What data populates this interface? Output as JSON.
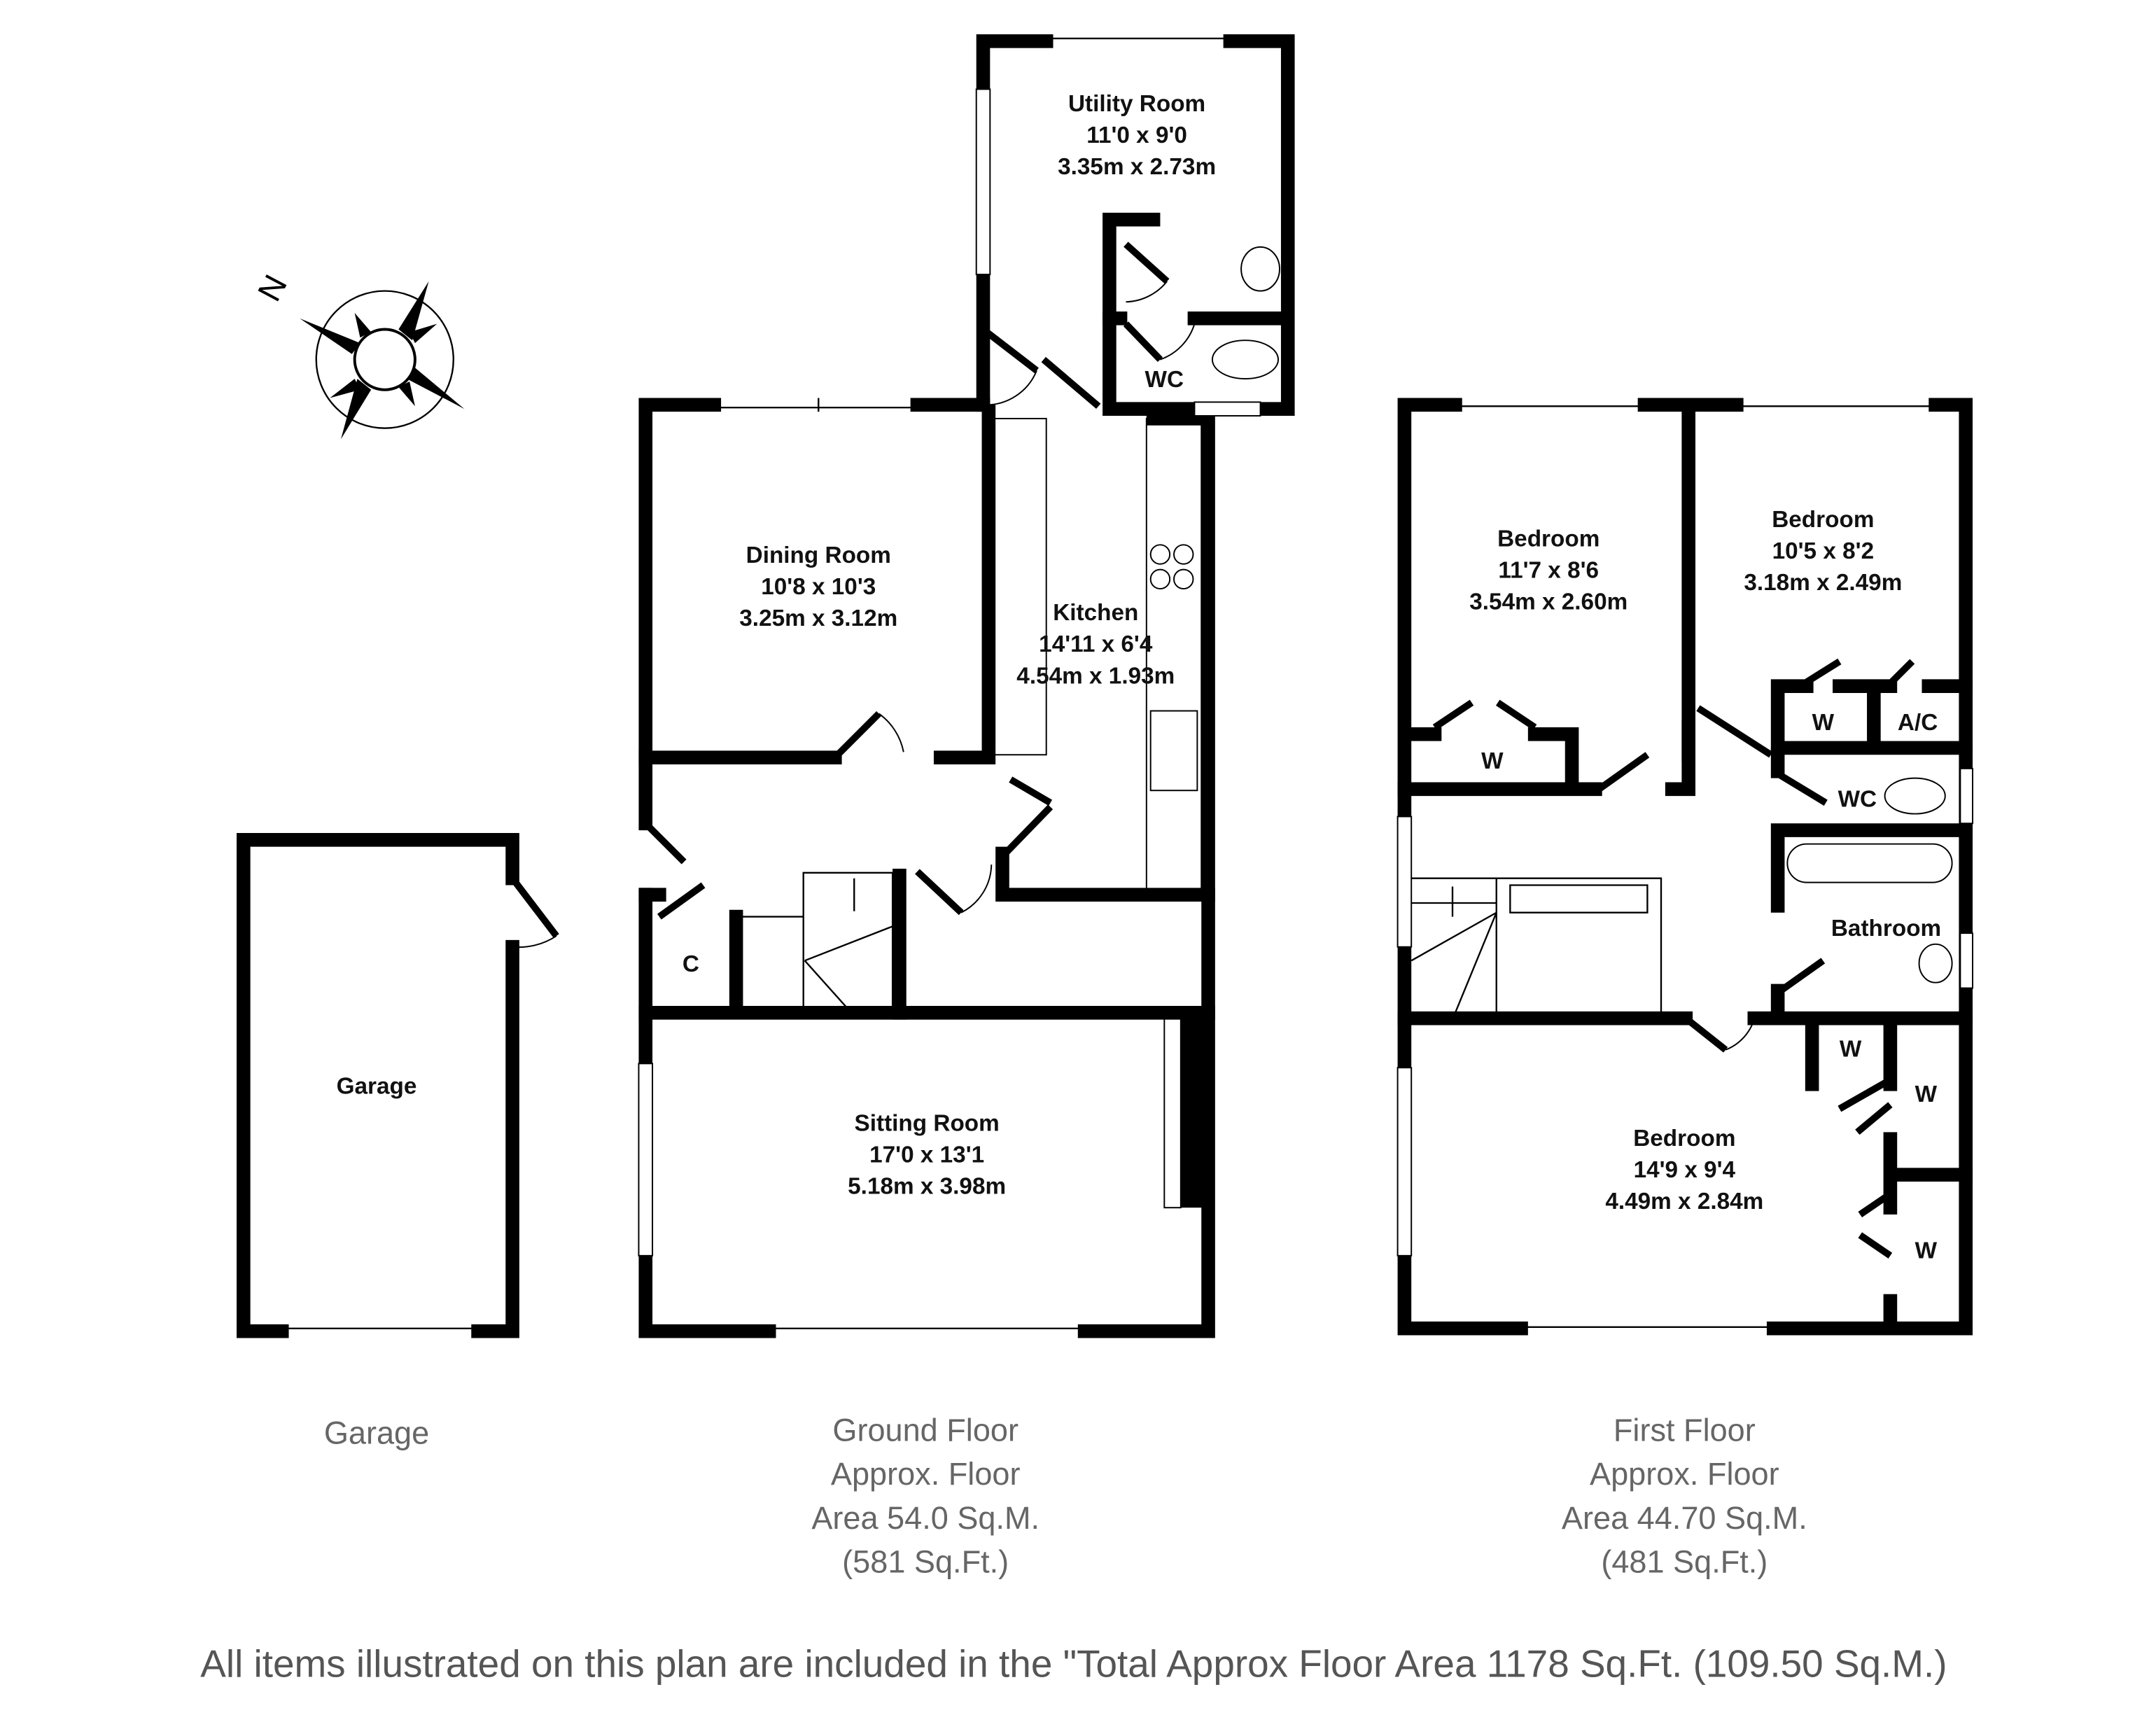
{
  "compass": {
    "label": "N"
  },
  "garage": {
    "name": "Garage",
    "caption": "Garage"
  },
  "ground_floor": {
    "rooms": {
      "utility": {
        "name": "Utility Room",
        "imperial": "11'0 x 9'0",
        "metric": "3.35m x 2.73m"
      },
      "wc": {
        "name": "WC"
      },
      "dining": {
        "name": "Dining Room",
        "imperial": "10'8 x 10'3",
        "metric": "3.25m x 3.12m"
      },
      "kitchen": {
        "name": "Kitchen",
        "imperial": "14'11 x 6'4",
        "metric": "4.54m x 1.93m"
      },
      "cupboard": {
        "name": "C"
      },
      "sitting": {
        "name": "Sitting Room",
        "imperial": "17'0 x 13'1",
        "metric": "5.18m x 3.98m"
      }
    },
    "caption": [
      "Ground Floor",
      "Approx. Floor",
      "Area 54.0 Sq.M.",
      "(581 Sq.Ft.)"
    ]
  },
  "first_floor": {
    "rooms": {
      "bedroom1": {
        "name": "Bedroom",
        "imperial": "11'7 x 8'6",
        "metric": "3.54m x 2.60m"
      },
      "bedroom2": {
        "name": "Bedroom",
        "imperial": "10'5 x 8'2",
        "metric": "3.18m x 2.49m"
      },
      "bedroom3": {
        "name": "Bedroom",
        "imperial": "14'9 x 9'4",
        "metric": "4.49m x 2.84m"
      },
      "wardrobe": "W",
      "airing": "A/C",
      "wc": "WC",
      "bathroom": "Bathroom"
    },
    "caption": [
      "First Floor",
      "Approx. Floor",
      "Area 44.70 Sq.M.",
      "(481 Sq.Ft.)"
    ]
  },
  "footer": "All items illustrated on this plan are included in the \"Total Approx Floor Area 1178 Sq.Ft. (109.50 Sq.M.)"
}
